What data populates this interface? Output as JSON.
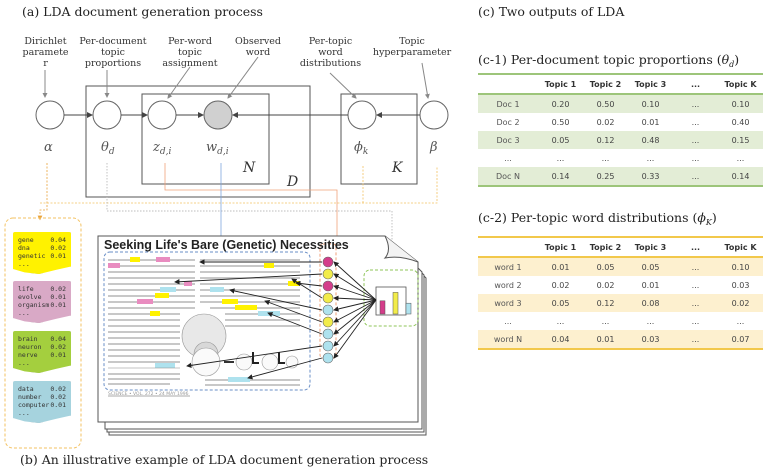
{
  "captions": {
    "a": "(a) LDA document generation process",
    "b": "(b) An illustrative example of LDA document generation process",
    "c": "(c) Two outputs of LDA",
    "c1": "(c-1) Per-document topic proportions (",
    "c1_sym": "θ",
    "c1_sub": "d",
    "c2": "(c-2) Per-topic word distributions (",
    "c2_sym": "ϕ",
    "c2_sub": "K",
    "close": ")"
  },
  "plate_diagram": {
    "node_labels": [
      {
        "id": "alpha",
        "annotation": [
          "Dirichlet",
          "paramete",
          "r"
        ],
        "symbol": "α",
        "sub": ""
      },
      {
        "id": "theta",
        "annotation": [
          "Per-document",
          "topic",
          "proportions"
        ],
        "symbol": "θ",
        "sub": "d"
      },
      {
        "id": "z",
        "annotation": [
          "Per-word",
          "topic",
          "assignment"
        ],
        "symbol": "z",
        "sub": "d,i"
      },
      {
        "id": "w",
        "annotation": [
          "Observed",
          "word"
        ],
        "symbol": "w",
        "sub": "d,i",
        "observed": true
      },
      {
        "id": "phi",
        "annotation": [
          "Per-topic",
          "word",
          "distributions"
        ],
        "symbol": "ϕ",
        "sub": "k"
      },
      {
        "id": "beta",
        "annotation": [
          "Topic",
          "hyperparameter"
        ],
        "symbol": "β",
        "sub": ""
      }
    ],
    "plates": {
      "N": "N",
      "D": "D",
      "K": "K"
    }
  },
  "topic_notes": [
    {
      "color": "#fff200",
      "words": [
        [
          "gene",
          "0.04"
        ],
        [
          "dna",
          "0.02"
        ],
        [
          "genetic",
          "0.01"
        ],
        [
          "...",
          ""
        ]
      ]
    },
    {
      "color": "#d9a9c6",
      "words": [
        [
          "life",
          "0.02"
        ],
        [
          "evolve",
          "0.01"
        ],
        [
          "organism",
          "0.01"
        ],
        [
          "...",
          ""
        ]
      ]
    },
    {
      "color": "#a4cf3e",
      "words": [
        [
          "brain",
          "0.04"
        ],
        [
          "neuron",
          "0.02"
        ],
        [
          "nerve",
          "0.01"
        ],
        [
          "...",
          ""
        ]
      ]
    },
    {
      "color": "#a6d3de",
      "words": [
        [
          "data",
          "0.02"
        ],
        [
          "number",
          "0.02"
        ],
        [
          "computer",
          "0.01"
        ],
        [
          "...",
          ""
        ]
      ]
    }
  ],
  "article": {
    "title": "Seeking Life's Bare (Genetic) Necessities",
    "footer": "SCIENCE • VOL. 272 • 24 MAY 1996"
  },
  "topic_circle_colors": [
    "#d43d8a",
    "#f2ec4a",
    "#d43d8a",
    "#f2ec4a",
    "#aee2ee",
    "#f2ec4a",
    "#aee2ee",
    "#aee2ee",
    "#aee2ee"
  ],
  "histogram": {
    "bars": [
      {
        "color": "#d43d8a",
        "value": 0.55
      },
      {
        "color": "#f2ec4a",
        "value": 0.9
      },
      {
        "color": "#aee2ee",
        "value": 0.45
      }
    ]
  },
  "colors": {
    "yellow": "#fff200",
    "pink": "#d9a9c6",
    "green": "#a4cf3e",
    "blue": "#a6d3de",
    "orange_dash": "#f4a261",
    "green_dash": "#8fc65a",
    "blue_dash": "#6a8fc7",
    "table1_accent": "#9dc57a",
    "table2_accent": "#f2c84b"
  },
  "table_theta": {
    "headers": [
      "",
      "Topic 1",
      "Topic 2",
      "Topic 3",
      "...",
      "Topic K"
    ],
    "rows": [
      [
        "Doc 1",
        "0.20",
        "0.50",
        "0.10",
        "...",
        "0.10"
      ],
      [
        "Doc 2",
        "0.50",
        "0.02",
        "0.01",
        "...",
        "0.40"
      ],
      [
        "Doc 3",
        "0.05",
        "0.12",
        "0.48",
        "...",
        "0.15"
      ],
      [
        "...",
        "...",
        "...",
        "...",
        "...",
        "..."
      ],
      [
        "Doc N",
        "0.14",
        "0.25",
        "0.33",
        "...",
        "0.14"
      ]
    ]
  },
  "table_phi": {
    "headers": [
      "",
      "Topic 1",
      "Topic 2",
      "Topic 3",
      "...",
      "Topic K"
    ],
    "rows": [
      [
        "word 1",
        "0.01",
        "0.05",
        "0.05",
        "...",
        "0.10"
      ],
      [
        "word 2",
        "0.02",
        "0.02",
        "0.01",
        "...",
        "0.03"
      ],
      [
        "word 3",
        "0.05",
        "0.12",
        "0.08",
        "...",
        "0.02"
      ],
      [
        "...",
        "...",
        "...",
        "...",
        "...",
        "..."
      ],
      [
        "word N",
        "0.04",
        "0.01",
        "0.03",
        "...",
        "0.07"
      ]
    ]
  }
}
